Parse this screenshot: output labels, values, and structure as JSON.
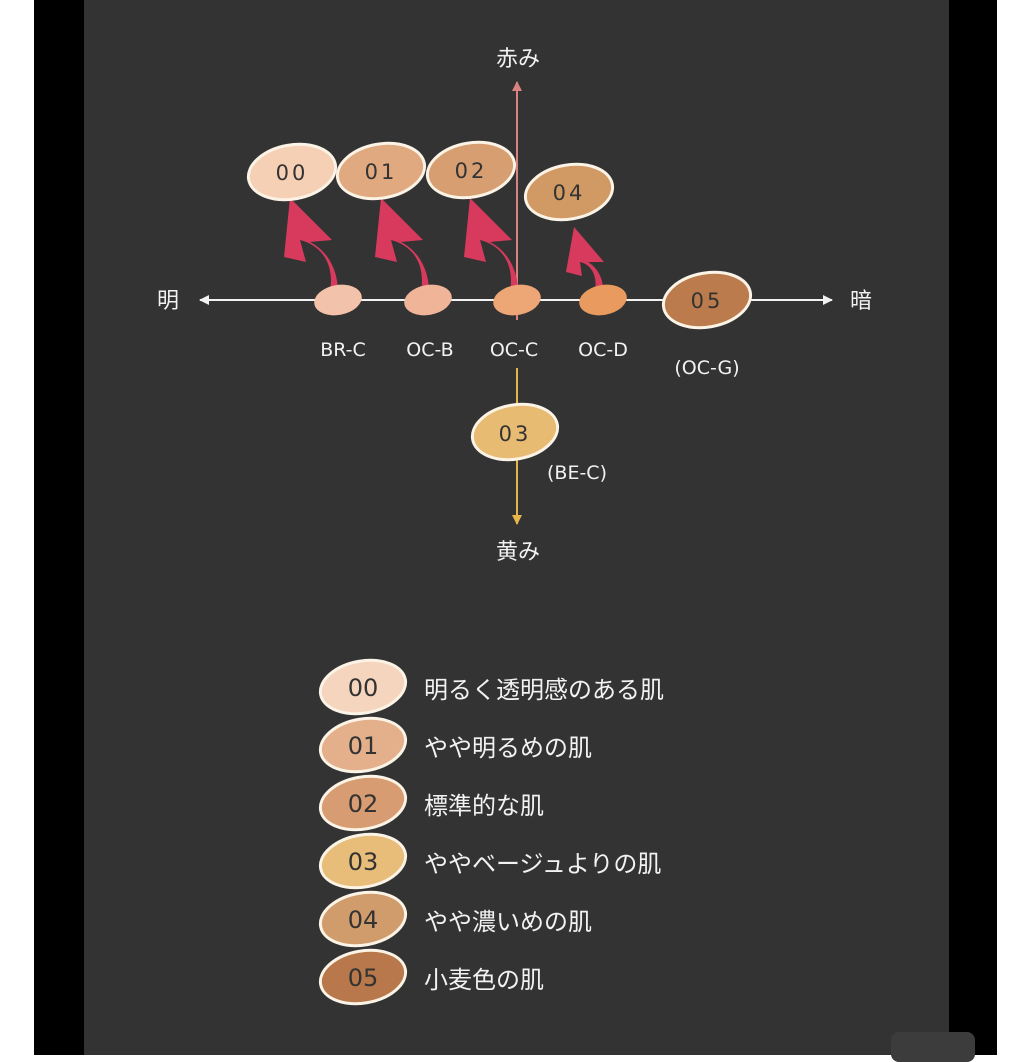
{
  "axes": {
    "top_label": "赤み",
    "bottom_label": "黄み",
    "left_label": "明",
    "right_label": "暗"
  },
  "base_shades": [
    {
      "label": "BR-C",
      "color": "#f2c2aa",
      "target": "00"
    },
    {
      "label": "OC-B",
      "color": "#f0b499",
      "target": "01"
    },
    {
      "label": "OC-C",
      "color": "#eda676",
      "target": "02"
    },
    {
      "label": "OC-D",
      "color": "#e99a5e",
      "target": "04"
    }
  ],
  "shades": [
    {
      "code": "00",
      "color": "#f5d0b4"
    },
    {
      "code": "01",
      "color": "#e0a980"
    },
    {
      "code": "02",
      "color": "#d79e71"
    },
    {
      "code": "04",
      "color": "#d19963"
    },
    {
      "code": "05",
      "color": "#bb7b4d",
      "note": "(OC-G)"
    },
    {
      "code": "03",
      "color": "#e8bb72",
      "note": "(BE-C)"
    }
  ],
  "legend": [
    {
      "code": "00",
      "text": "明るく透明感のある肌",
      "color": "#f5d5bd"
    },
    {
      "code": "01",
      "text": "やや明るめの肌",
      "color": "#e3b08b"
    },
    {
      "code": "02",
      "text": "標準的な肌",
      "color": "#d79c71"
    },
    {
      "code": "03",
      "text": "ややベージュよりの肌",
      "color": "#e8bd79"
    },
    {
      "code": "04",
      "text": "やや濃いめの肌",
      "color": "#d19c6c"
    },
    {
      "code": "05",
      "text": "小麦色の肌",
      "color": "#b8784b"
    }
  ],
  "colors": {
    "background": "#333333",
    "axis_horizontal": "#f2f2f2",
    "axis_red": "#d98380",
    "axis_yellow": "#e8b54a",
    "arrow": "#d83a5e",
    "text": "#f2f2f2"
  }
}
